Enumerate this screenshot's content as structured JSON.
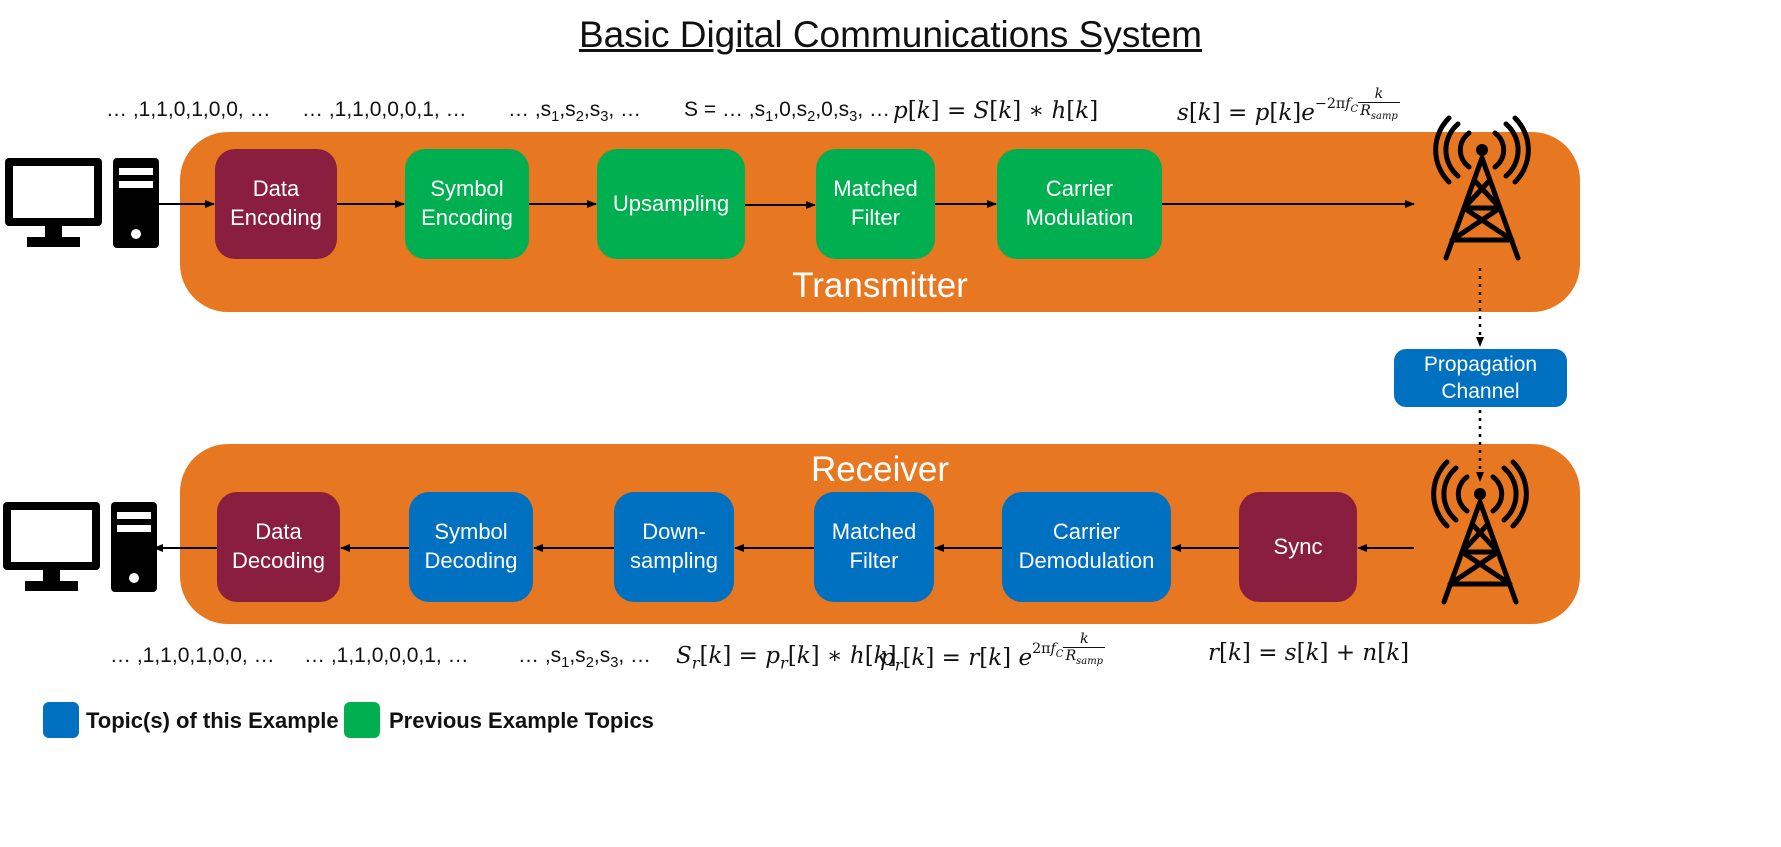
{
  "title": "Basic Digital Communications System",
  "transmitter": {
    "label": "Transmitter",
    "blocks": [
      {
        "label": "Data\nEncoding",
        "color": "#8A1E3E"
      },
      {
        "label": "Symbol\nEncoding",
        "color": "#00B050"
      },
      {
        "label": "Upsampling",
        "color": "#00B050"
      },
      {
        "label": "Matched\nFilter",
        "color": "#00B050"
      },
      {
        "label": "Carrier\nModulation",
        "color": "#00B050"
      }
    ],
    "signals": {
      "bits": "… ,1,1,0,1,0,0, …",
      "coded_bits": "… ,1,1,0,0,0,1, …",
      "symbols_prefix": "… ,s",
      "symbols_suffix": ", …",
      "upsampled_prefix": "S = … ,s",
      "upsampled_suffix": ", …"
    }
  },
  "channel": {
    "label": "Propagation\nChannel",
    "color": "#0070C0"
  },
  "receiver": {
    "label": "Receiver",
    "blocks": [
      {
        "label": "Data\nDecoding",
        "color": "#8A1E3E"
      },
      {
        "label": "Symbol\nDecoding",
        "color": "#0070C0"
      },
      {
        "label": "Down-\nsampling",
        "color": "#0070C0"
      },
      {
        "label": "Matched\nFilter",
        "color": "#0070C0"
      },
      {
        "label": "Carrier\nDemodulation",
        "color": "#0070C0"
      },
      {
        "label": "Sync",
        "color": "#8A1E3E"
      }
    ],
    "signals": {
      "bits": "… ,1,1,0,1,0,0, …",
      "coded_bits": "… ,1,1,0,0,0,1, …",
      "symbols_prefix": "… ,s",
      "symbols_suffix": ", …"
    }
  },
  "legend": [
    {
      "label": "Topic(s) of this Example",
      "color": "#0070C0"
    },
    {
      "label": "Previous Example Topics",
      "color": "#00B050"
    }
  ],
  "icons": [
    "computer-icon",
    "antenna-tower-icon"
  ],
  "colors": {
    "band": "#E87722",
    "maroon": "#8A1E3E",
    "green": "#00B050",
    "blue": "#0070C0"
  }
}
